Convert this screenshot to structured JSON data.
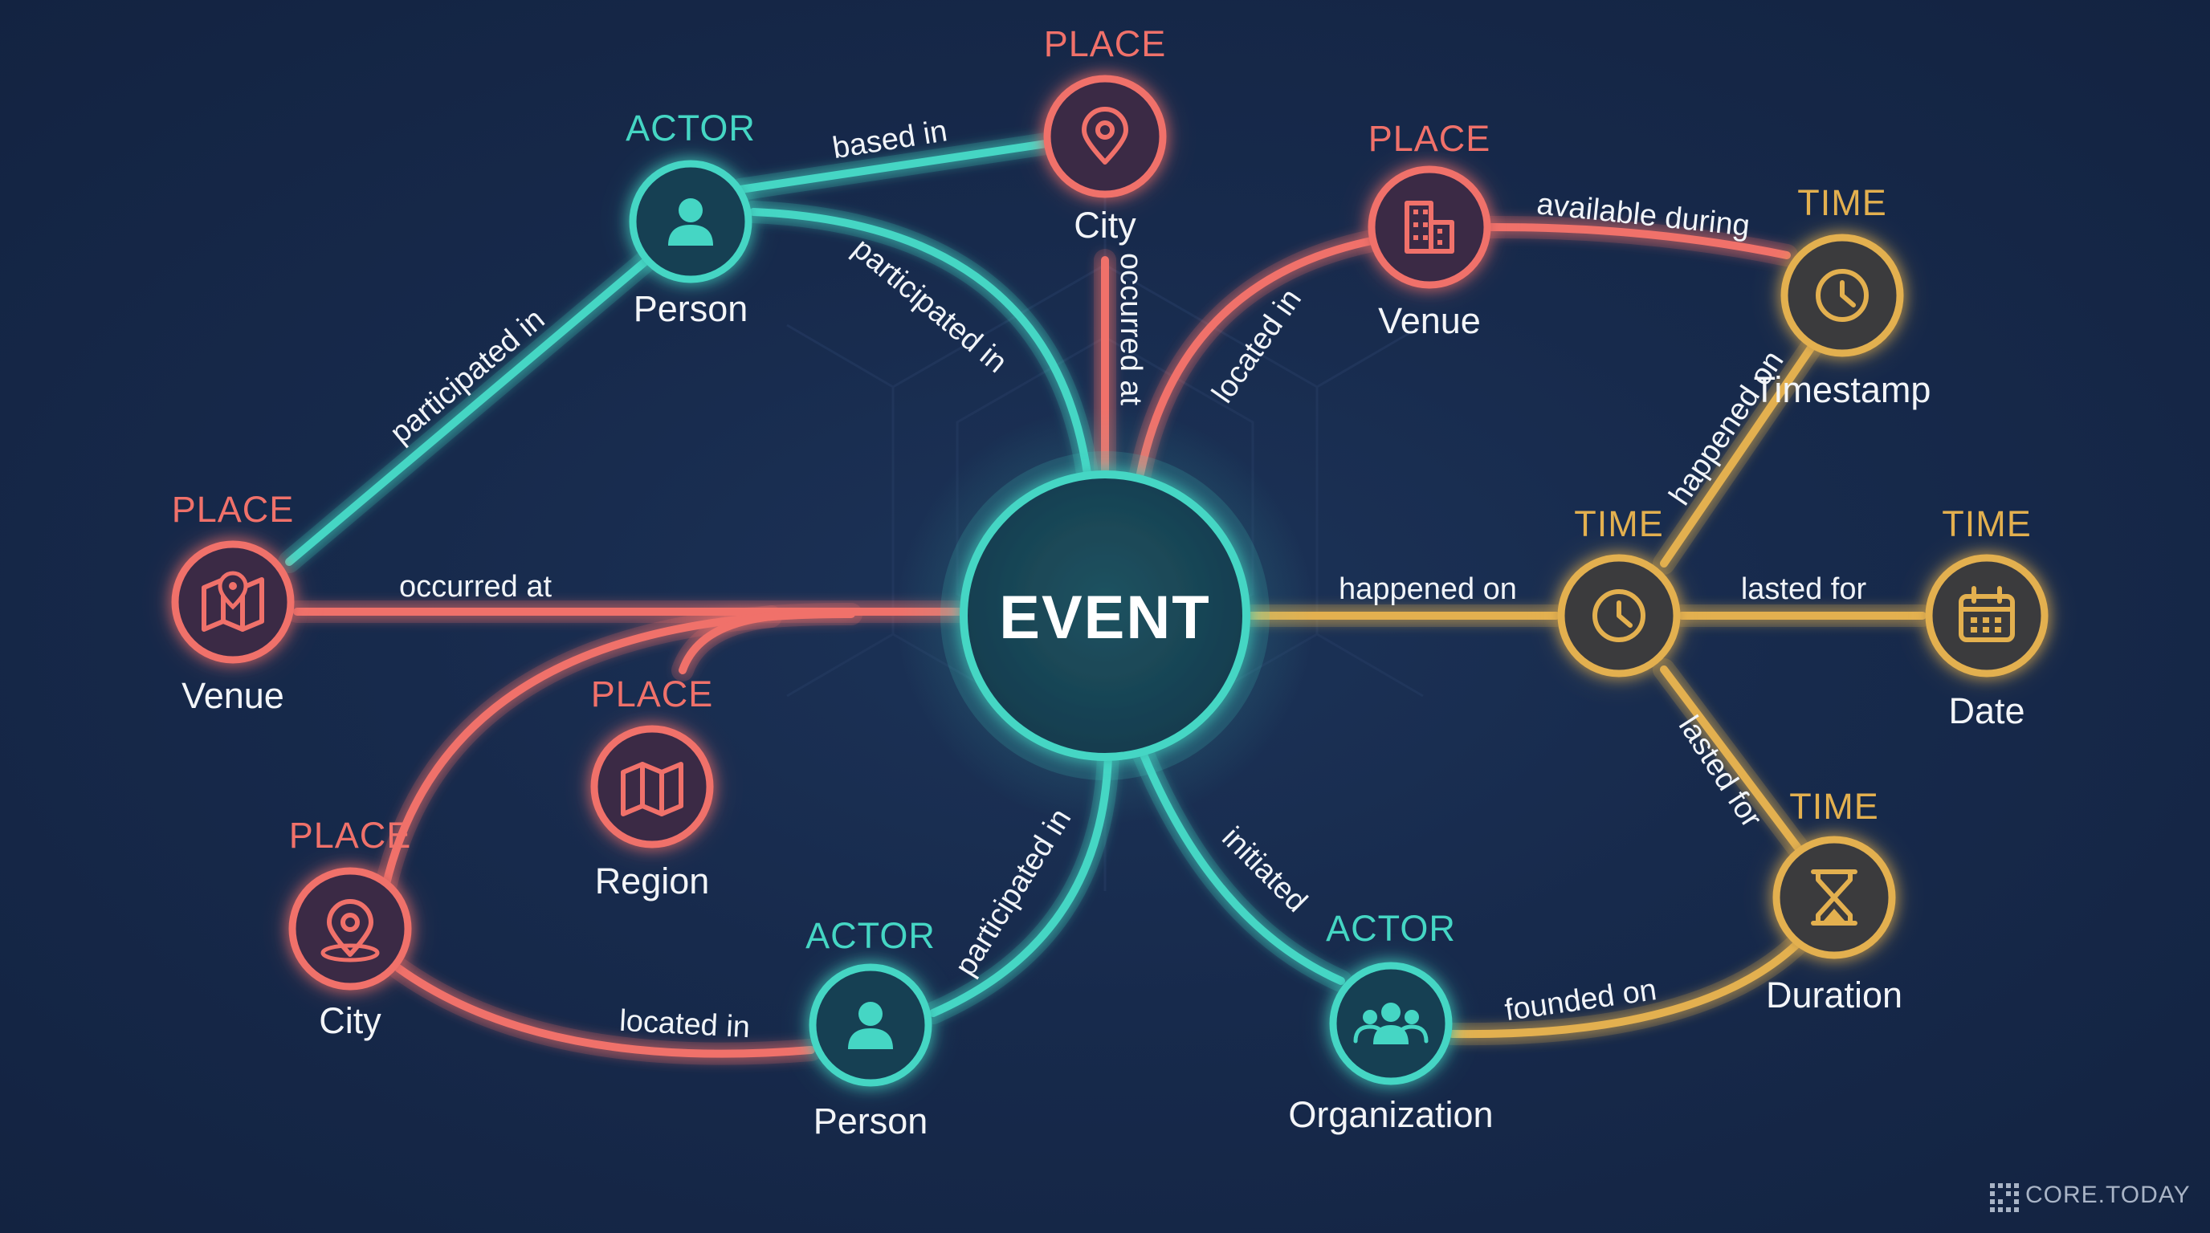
{
  "colors": {
    "background": "#17284a",
    "actor": "#45d6c4",
    "place": "#f0716a",
    "time": "#e3b04f",
    "center": "#45d6c4"
  },
  "center": {
    "label": "EVENT"
  },
  "nodes": [
    {
      "id": "actor-person-top",
      "type": "ACTOR",
      "label": "Person",
      "icon": "person-icon"
    },
    {
      "id": "place-city-top",
      "type": "PLACE",
      "label": "City",
      "icon": "map-pin-icon"
    },
    {
      "id": "place-venue-top",
      "type": "PLACE",
      "label": "Venue",
      "icon": "building-icon"
    },
    {
      "id": "time-timestamp",
      "type": "TIME",
      "label": "Timestamp",
      "icon": "clock-icon"
    },
    {
      "id": "place-venue-left",
      "type": "PLACE",
      "label": "Venue",
      "icon": "folded-map-pin-icon"
    },
    {
      "id": "time-center",
      "type": "TIME",
      "label": "",
      "icon": "clock-icon"
    },
    {
      "id": "time-date",
      "type": "TIME",
      "label": "Date",
      "icon": "calendar-icon"
    },
    {
      "id": "place-region",
      "type": "PLACE",
      "label": "Region",
      "icon": "map-icon"
    },
    {
      "id": "place-city-bottom",
      "type": "PLACE",
      "label": "City",
      "icon": "location-pin-icon"
    },
    {
      "id": "actor-person-bottom",
      "type": "ACTOR",
      "label": "Person",
      "icon": "person-icon"
    },
    {
      "id": "actor-organization",
      "type": "ACTOR",
      "label": "Organization",
      "icon": "group-icon"
    },
    {
      "id": "time-duration",
      "type": "TIME",
      "label": "Duration",
      "icon": "hourglass-icon"
    }
  ],
  "edges": [
    {
      "from": "actor-person-top",
      "to": "place-city-top",
      "label": "based in"
    },
    {
      "from": "actor-person-top",
      "to": "center",
      "label": "participated in"
    },
    {
      "from": "place-venue-left",
      "to": "actor-person-top",
      "label": "participated in"
    },
    {
      "from": "place-city-top",
      "to": "center",
      "label": "occurred at"
    },
    {
      "from": "center",
      "to": "place-venue-top",
      "label": "located in"
    },
    {
      "from": "place-venue-top",
      "to": "time-timestamp",
      "label": "available during"
    },
    {
      "from": "time-center",
      "to": "time-timestamp",
      "label": "happened on"
    },
    {
      "from": "place-venue-left",
      "to": "center",
      "label": "occurred at"
    },
    {
      "from": "center",
      "to": "time-center",
      "label": "happened on"
    },
    {
      "from": "time-center",
      "to": "time-date",
      "label": "lasted for"
    },
    {
      "from": "time-center",
      "to": "time-duration",
      "label": "lasted for"
    },
    {
      "from": "actor-person-bottom",
      "to": "center",
      "label": "participated in"
    },
    {
      "from": "center",
      "to": "actor-organization",
      "label": "initiated"
    },
    {
      "from": "actor-organization",
      "to": "time-duration",
      "label": "founded on"
    },
    {
      "from": "place-city-bottom",
      "to": "actor-person-bottom",
      "label": "located in"
    },
    {
      "from": "place-city-bottom",
      "to": "center",
      "label": ""
    },
    {
      "from": "place-region",
      "to": "center",
      "label": ""
    }
  ],
  "watermark": "CORE.TODAY"
}
